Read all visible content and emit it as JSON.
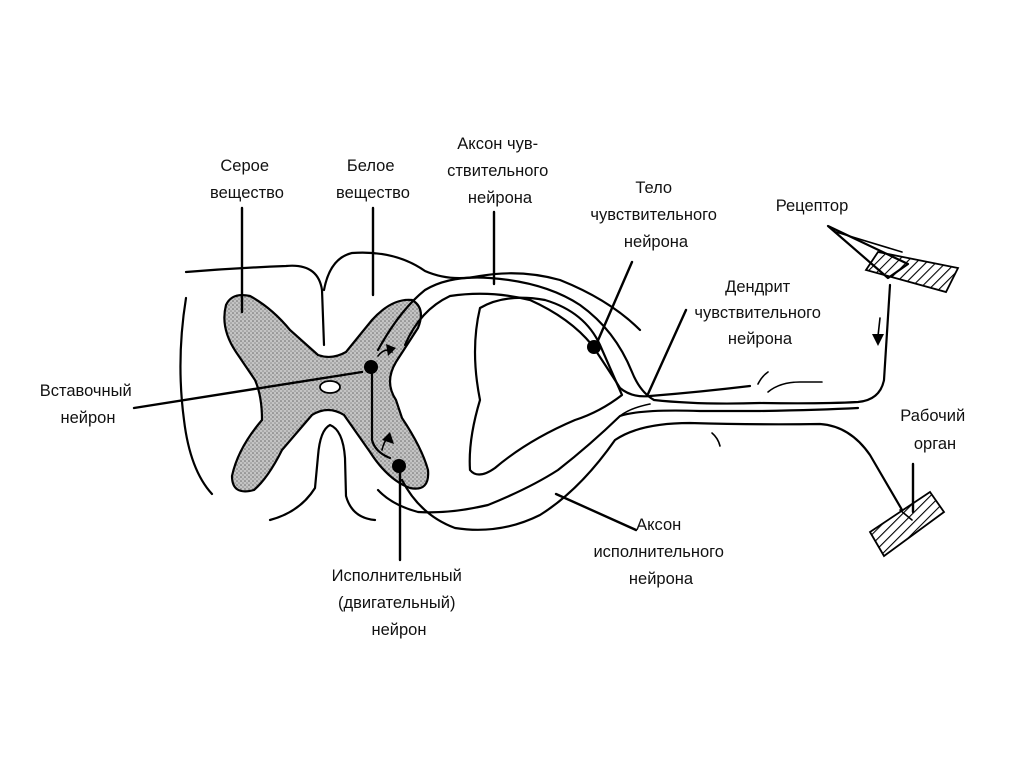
{
  "labels": {
    "grey_matter": [
      "Серое",
      "вещество"
    ],
    "white_matter": [
      "Белое",
      "вещество"
    ],
    "sensory_axon": [
      "Аксон чув-",
      "ствительного",
      "нейрона"
    ],
    "sensory_body": [
      "Тело",
      "чувствительного",
      "нейрона"
    ],
    "receptor": [
      "Рецептор"
    ],
    "dendrite": [
      "Дендрит",
      "чувствительного",
      "нейрона"
    ],
    "interneuron": [
      "Вставочный",
      "нейрон"
    ],
    "effector": [
      "Рабочий",
      "орган"
    ],
    "motor_axon": [
      "Аксон",
      "исполнительного",
      "нейрона"
    ],
    "motor_neuron": [
      "Исполнительный",
      "(двигательный)",
      "нейрон"
    ]
  },
  "colors": {
    "line": "#000000",
    "grey_matter_fill": "#bdbdbd",
    "text": "#111111"
  }
}
